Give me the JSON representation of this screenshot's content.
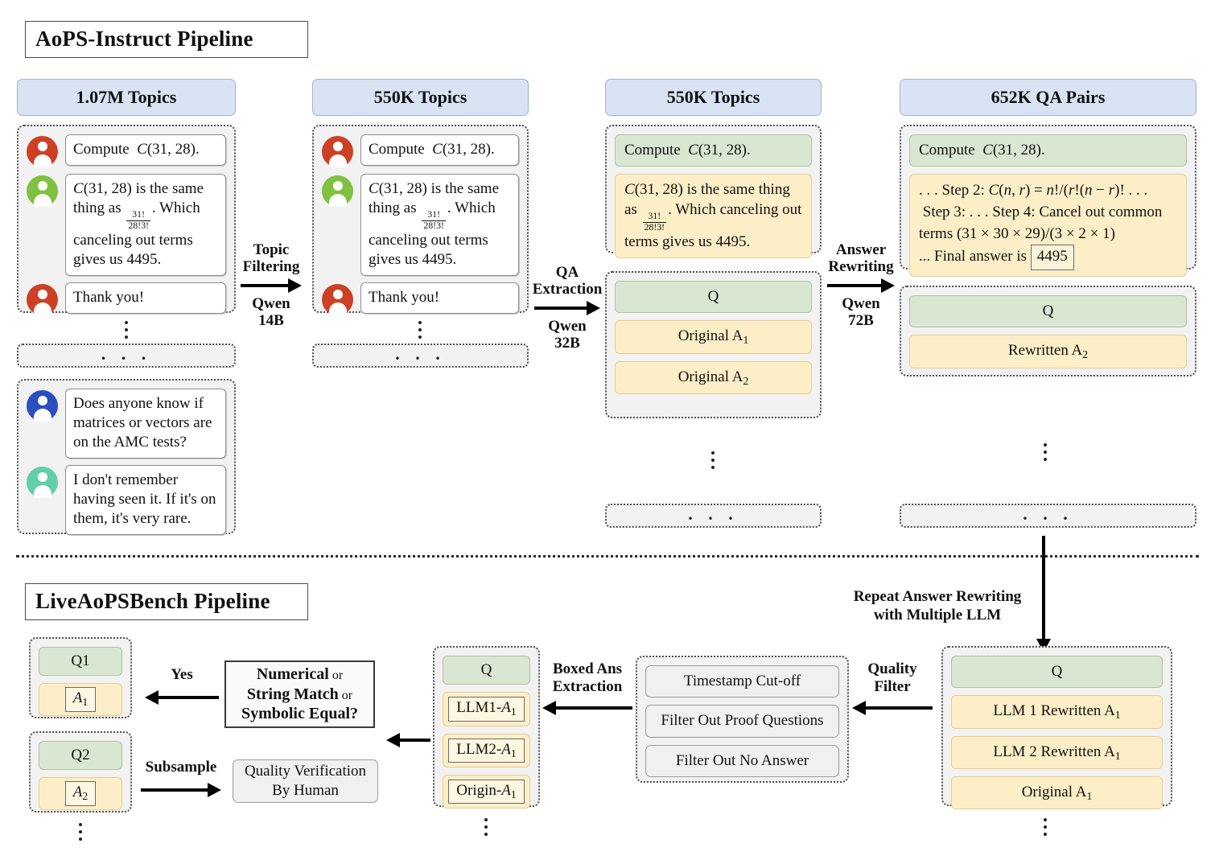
{
  "sections": {
    "top_title": "AoPS-Instruct Pipeline",
    "bottom_title": "LiveAoPSBench Pipeline"
  },
  "colors": {
    "header_blue": "#dae3f3",
    "question_green": "#d9e7d2",
    "answer_yellow": "#fceec7",
    "neutral_grey": "#f0f0f0",
    "avatar_red": "#cc4125",
    "avatar_green": "#7fc141",
    "avatar_blue": "#2b4fc0",
    "avatar_teal": "#63cfa8"
  },
  "columns": {
    "c1": {
      "header": "1.07M Topics",
      "thread1": [
        {
          "avatar": "avatar-red",
          "text": "Compute  C(31, 28)."
        },
        {
          "avatar": "avatar-green",
          "text": "C(31, 28) is the same thing as 31!/28!3!. Which canceling out terms gives us 4495."
        },
        {
          "avatar": "avatar-red",
          "text": "Thank you!"
        }
      ],
      "ellipsis": ". . .",
      "thread2": [
        {
          "avatar": "avatar-blue",
          "text": "Does anyone know if matrices or vectors are on the AMC tests?"
        },
        {
          "avatar": "avatar-teal",
          "text": "I don't remember having seen it. If it's on them, it's very rare."
        }
      ]
    },
    "c2": {
      "header": "550K Topics",
      "thread1": [
        {
          "avatar": "avatar-red",
          "text": "Compute  C(31, 28)."
        },
        {
          "avatar": "avatar-green",
          "text": "C(31, 28) is the same thing as 31!/28!3!. Which canceling out terms gives us 4495."
        },
        {
          "avatar": "avatar-red",
          "text": "Thank you!"
        }
      ],
      "ellipsis": ". . ."
    },
    "c3": {
      "header": "550K Topics",
      "group1": {
        "question": "Compute  C(31, 28).",
        "answer": "C(31, 28) is the same thing as 31!/28!3!. Which canceling out terms gives us 4495."
      },
      "group2": {
        "question": "Q",
        "answers": [
          "Original A1",
          "Original A2"
        ]
      },
      "ellipsis": ". . ."
    },
    "c4": {
      "header": "652K QA Pairs",
      "group1": {
        "question": "Compute  C(31, 28).",
        "answer_lines": [
          "... Step 2: C(n, r) = n!/(r!(n − r)! ...",
          "Step 3: ... Step 4: Cancel out common",
          "terms (31 × 30 × 29)/(3 × 2 × 1)",
          "... Final answer is 4495"
        ],
        "boxed_answer": "4495"
      },
      "group2": {
        "question": "Q",
        "answers": [
          "Rewritten A2"
        ]
      },
      "ellipsis": ". . ."
    }
  },
  "top_arrows": [
    {
      "name": "topic-filtering",
      "label_top": "Topic\nFiltering",
      "label_bottom": "Qwen\n14B",
      "l1": "Topic",
      "l2": "Filtering",
      "l3": "Qwen",
      "l4": "14B"
    },
    {
      "name": "qa-extraction",
      "l1": "QA",
      "l2": "Extraction",
      "l3": "Qwen",
      "l4": "32B"
    },
    {
      "name": "answer-rewriting",
      "l1": "Answer",
      "l2": "Rewriting",
      "l3": "Qwen",
      "l4": "72B"
    }
  ],
  "bridge": {
    "label_line1": "Repeat Answer Rewriting",
    "label_line2": "with Multiple LLM"
  },
  "bottom": {
    "multi_rewrite": {
      "question": "Q",
      "answers": [
        "LLM 1 Rewritten A1",
        "LLM 2 Rewritten A1",
        "Original A1"
      ]
    },
    "quality_filter_label_1": "Quality",
    "quality_filter_label_2": "Filter",
    "filters": [
      "Timestamp Cut-off",
      "Filter Out Proof Questions",
      "Filter Out No Answer"
    ],
    "boxed_extraction_label_1": "Boxed Ans",
    "boxed_extraction_label_2": "Extraction",
    "extracted": {
      "question": "Q",
      "answers": [
        "LLM1-A1",
        "LLM2-A1",
        "Origin-A1"
      ]
    },
    "decision": {
      "part1": "Numerical",
      "or1": "or",
      "part2": "String Match",
      "or2": "or",
      "part3": "Symbolic Equal?"
    },
    "yes_label": "Yes",
    "subsample_label": "Subsample",
    "human_label_1": "Quality Verification",
    "human_label_2": "By Human",
    "results": [
      {
        "q": "Q1",
        "a": "A1"
      },
      {
        "q": "Q2",
        "a": "A2"
      }
    ]
  }
}
